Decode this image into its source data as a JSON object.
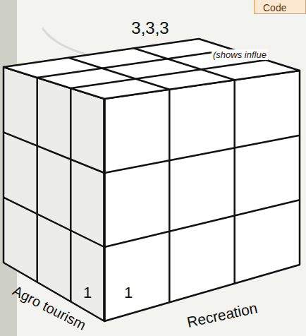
{
  "diagram": {
    "nodes": [
      {
        "text": [
          "Code"
        ]
      }
    ],
    "labels": [
      "3,3,3",
      "(shows influe",
      "Agro tourism",
      "Recreation",
      "1",
      "1"
    ]
  }
}
